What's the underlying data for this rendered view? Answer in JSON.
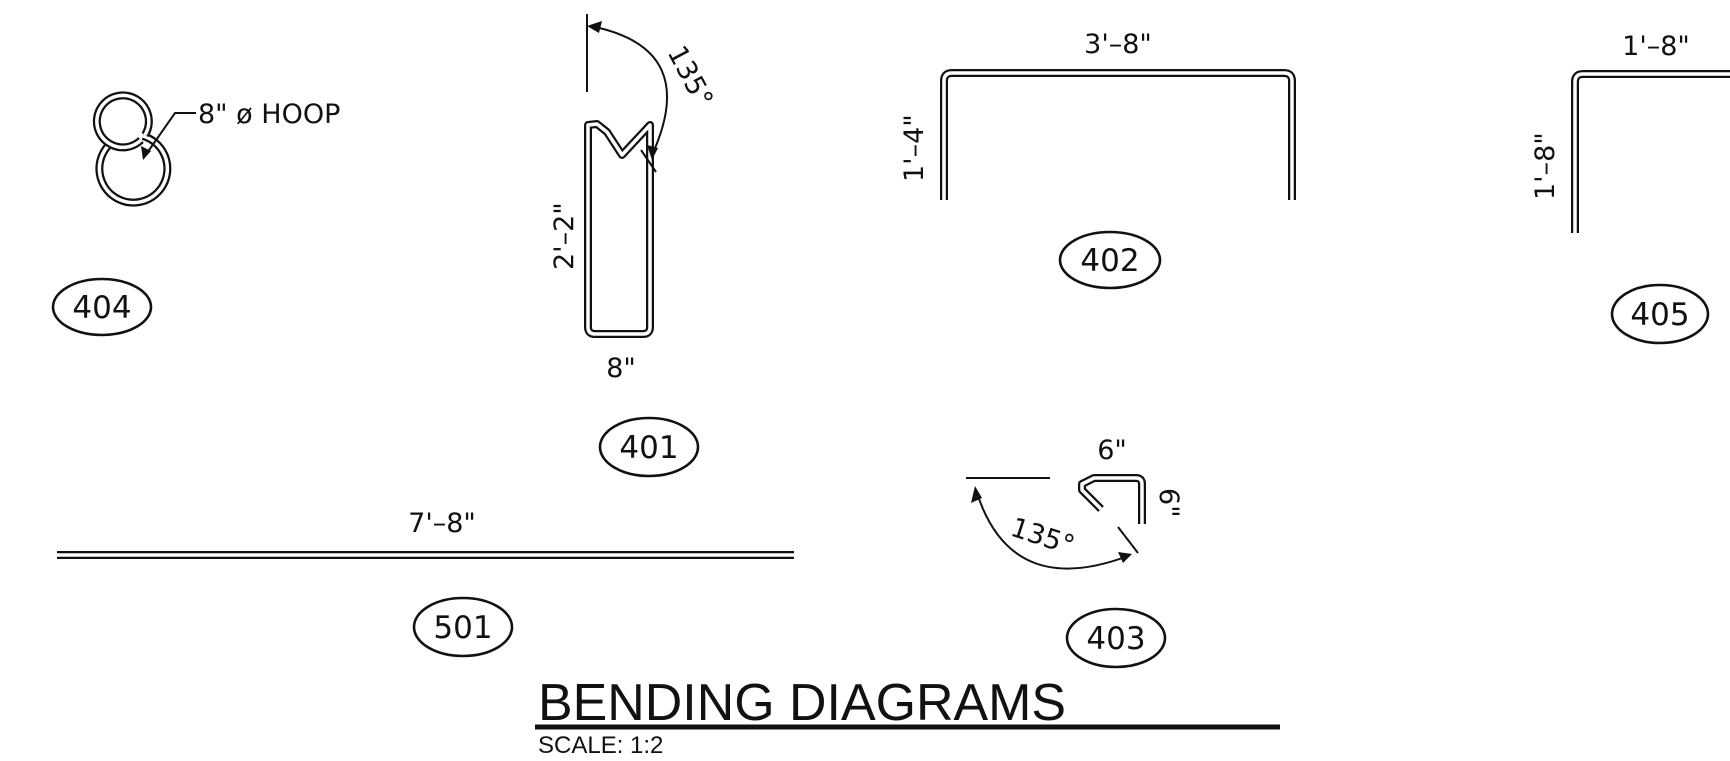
{
  "title": "BENDING DIAGRAMS",
  "scale": "SCALE: 1:2",
  "bars": {
    "b404": {
      "mark": "404",
      "callout": "8\" ø HOOP"
    },
    "b401": {
      "mark": "401",
      "angle": "135°",
      "length": "2'–2\"",
      "width": "8\""
    },
    "b402": {
      "mark": "402",
      "width": "3'–8\"",
      "leg": "1'–4\""
    },
    "b405": {
      "mark": "405",
      "width": "1'–8\"",
      "leg": "1'–8\""
    },
    "b501": {
      "mark": "501",
      "length": "7'–8\""
    },
    "b403": {
      "mark": "403",
      "top": "6\"",
      "side": "6\"",
      "angle": "135°"
    }
  }
}
